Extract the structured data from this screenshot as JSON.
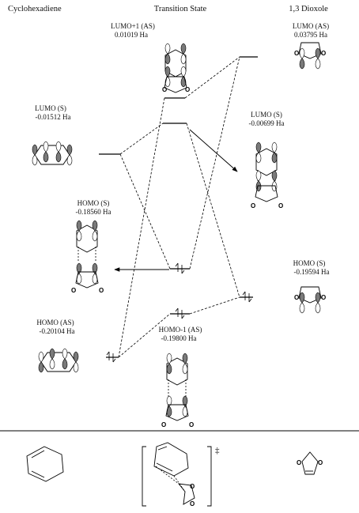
{
  "columns": {
    "left": "Cyclohexadiene",
    "middle": "Transition State",
    "right": "1,3 Dioxole"
  },
  "orbitals": {
    "ts_lumo1": {
      "name": "LUMO+1 (AS)",
      "energy": "0.01019 Ha"
    },
    "diox_lumo": {
      "name": "LUMO (AS)",
      "energy": "0.03795 Ha"
    },
    "chd_lumo": {
      "name": "LUMO (S)",
      "energy": "-0.01512 Ha"
    },
    "ts_lumo": {
      "name": "LUMO (S)",
      "energy": "-0.00699 Ha"
    },
    "ts_homo": {
      "name": "HOMO (S)",
      "energy": "-0.18560 Ha"
    },
    "diox_homo": {
      "name": "HOMO (S)",
      "energy": "-0.19594 Ha"
    },
    "chd_homo": {
      "name": "HOMO (AS)",
      "energy": "-0.20104 Ha"
    },
    "ts_homo1": {
      "name": "HOMO-1 (AS)",
      "energy": "-0.19800 Ha"
    }
  },
  "atoms": {
    "oxygen": "O"
  },
  "ts_mark": "‡"
}
